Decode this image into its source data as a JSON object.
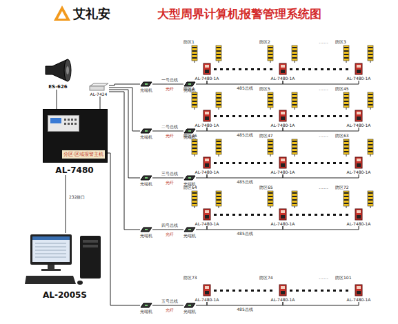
{
  "diagram": {
    "title": "大型周界计算机报警管理系统图",
    "nodes": [
      {
        "text": [
          "分区·区域报警主机",
          "AL-7480"
        ]
      },
      {
        "text": [
          "ES-626"
        ]
      },
      {
        "text": [
          "AL-7424"
        ]
      },
      {
        "text": [
          "AL-2005S"
        ]
      },
      {
        "text": [
          "光端机"
        ]
      },
      {
        "text": [
          "光端机"
        ]
      },
      {
        "text": [
          "AL-7480-1A"
        ]
      },
      {
        "text": [
          "AL-7480-1A"
        ]
      },
      {
        "text": [
          "AL-7480-1A"
        ]
      },
      {
        "text": [
          "光端机"
        ]
      },
      {
        "text": [
          "光端机"
        ]
      },
      {
        "text": [
          "AL-7480-1A"
        ]
      },
      {
        "text": [
          "AL-7480-1A"
        ]
      },
      {
        "text": [
          "AL-7480-1A"
        ]
      },
      {
        "text": [
          "光端机"
        ]
      },
      {
        "text": [
          "光端机"
        ]
      },
      {
        "text": [
          "AL-7480-1A"
        ]
      },
      {
        "text": [
          "AL-7480-1A"
        ]
      },
      {
        "text": [
          "AL-7480-1A"
        ]
      },
      {
        "text": [
          "光端机"
        ]
      },
      {
        "text": [
          "光端机"
        ]
      },
      {
        "text": [
          "AL-7480-1A"
        ]
      },
      {
        "text": [
          "AL-7480-1A"
        ]
      },
      {
        "text": [
          "AL-7480-1A"
        ]
      },
      {
        "text": [
          "光端机"
        ]
      },
      {
        "text": [
          "光端机"
        ]
      },
      {
        "text": [
          "AL-7480-1A"
        ]
      },
      {
        "text": [
          "AL-7480-1A"
        ]
      },
      {
        "text": [
          "AL-7480-1A"
        ]
      }
    ],
    "edges": [
      {
        "from": 0,
        "to": 1,
        "arrow": "none"
      },
      {
        "from": 0,
        "to": 2,
        "arrow": "none"
      },
      {
        "from": 0,
        "to": 3,
        "label": "232接口",
        "arrow": "none"
      },
      {
        "from": 2,
        "to": 4,
        "arrow": "none"
      },
      {
        "from": 4,
        "to": 5,
        "label": "一号总线",
        "arrow": "none"
      },
      {
        "from": 5,
        "to": 6,
        "arrow": "none"
      },
      {
        "from": 6,
        "to": 7,
        "label": "485总线",
        "arrow": "none"
      },
      {
        "from": 7,
        "to": 8,
        "arrow": "none"
      },
      {
        "from": 2,
        "to": 9,
        "arrow": "none"
      },
      {
        "from": 9,
        "to": 10,
        "label": "二号总线",
        "arrow": "none"
      },
      {
        "from": 10,
        "to": 11,
        "arrow": "none"
      },
      {
        "from": 11,
        "to": 12,
        "label": "485总线",
        "arrow": "none"
      },
      {
        "from": 12,
        "to": 13,
        "arrow": "none"
      },
      {
        "from": 2,
        "to": 14,
        "arrow": "none"
      },
      {
        "from": 14,
        "to": 15,
        "label": "三号总线",
        "arrow": "none"
      },
      {
        "from": 15,
        "to": 16,
        "arrow": "none"
      },
      {
        "from": 16,
        "to": 17,
        "label": "485总线",
        "arrow": "none"
      },
      {
        "from": 17,
        "to": 18,
        "arrow": "none"
      },
      {
        "from": 2,
        "to": 19,
        "arrow": "none"
      },
      {
        "from": 19,
        "to": 20,
        "label": "四号总线",
        "arrow": "none"
      },
      {
        "from": 20,
        "to": 21,
        "arrow": "none"
      },
      {
        "from": 21,
        "to": 22,
        "label": "485总线",
        "arrow": "none"
      },
      {
        "from": 22,
        "to": 23,
        "arrow": "none"
      },
      {
        "from": 0,
        "to": 24,
        "arrow": "none"
      },
      {
        "from": 24,
        "to": 25,
        "label": "五号总线",
        "arrow": "none"
      },
      {
        "from": 25,
        "to": 26,
        "arrow": "none"
      },
      {
        "from": 26,
        "to": 27,
        "label": "485总线",
        "arrow": "none"
      },
      {
        "from": 27,
        "to": 28,
        "arrow": "none"
      }
    ],
    "labels": [
      "艾礼安",
      "光纤",
      "防区1",
      "防区2",
      "防区3",
      "……",
      "光纤",
      "防区4",
      "防区5",
      "防区45",
      "……",
      "光纤",
      "防区46",
      "防区47",
      "防区63",
      "……",
      "光纤",
      "防区64",
      "防区65",
      "防区72",
      "……",
      "光纤",
      "防区73",
      "防区74",
      "防区101",
      "……"
    ]
  }
}
